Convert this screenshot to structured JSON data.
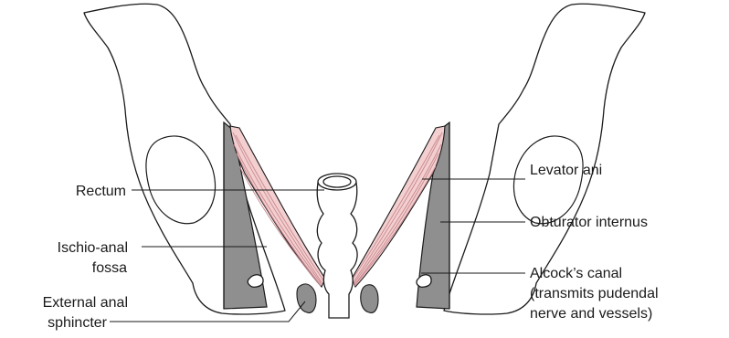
{
  "labels": {
    "rectum": "Rectum",
    "ischio_anal_line1": "Ischio-anal",
    "ischio_anal_line2": "fossa",
    "external_sphincter_line1": "External anal",
    "external_sphincter_line2": "sphincter",
    "levator_ani": "Levator ani",
    "obturator_internus": "Obturator internus",
    "alcocks_line1": "Alcock’s canal",
    "alcocks_line2": "(transmits pudendal",
    "alcocks_line3": "nerve and vessels)"
  },
  "colors": {
    "obturator_internus": "#8f8f8f",
    "levator_ani": "#f3cfd0",
    "levator_fibres": "#c98a90",
    "outline": "#1a1a1a"
  }
}
